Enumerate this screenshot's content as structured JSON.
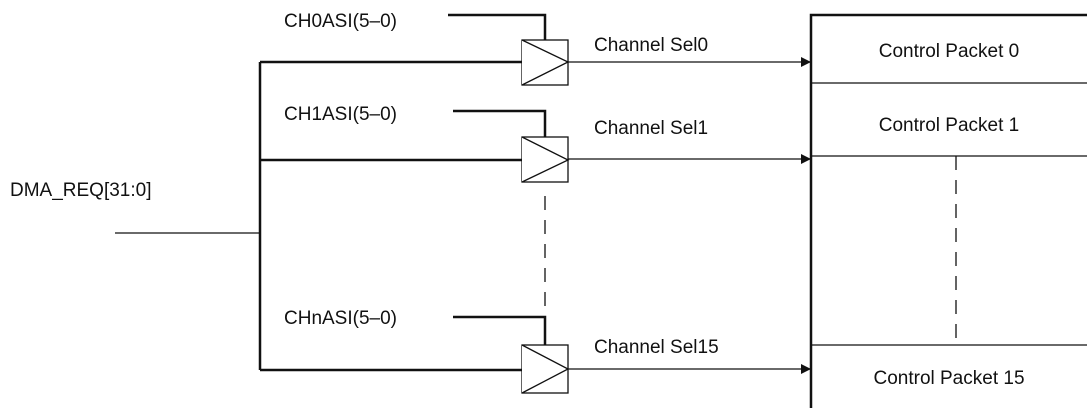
{
  "input_bus": "DMA_REQ[31:0]",
  "selectors": [
    {
      "asi": "CH0ASI(5–0)",
      "channel_sel": "Channel Sel0"
    },
    {
      "asi": "CH1ASI(5–0)",
      "channel_sel": "Channel Sel1"
    },
    {
      "asi": "CHnASI(5–0)",
      "channel_sel": "Channel Sel15"
    }
  ],
  "control_packets": [
    "Control Packet 0",
    "Control Packet 1",
    "Control Packet 15"
  ],
  "colors": {
    "line": "#111111",
    "background": "#ffffff"
  }
}
